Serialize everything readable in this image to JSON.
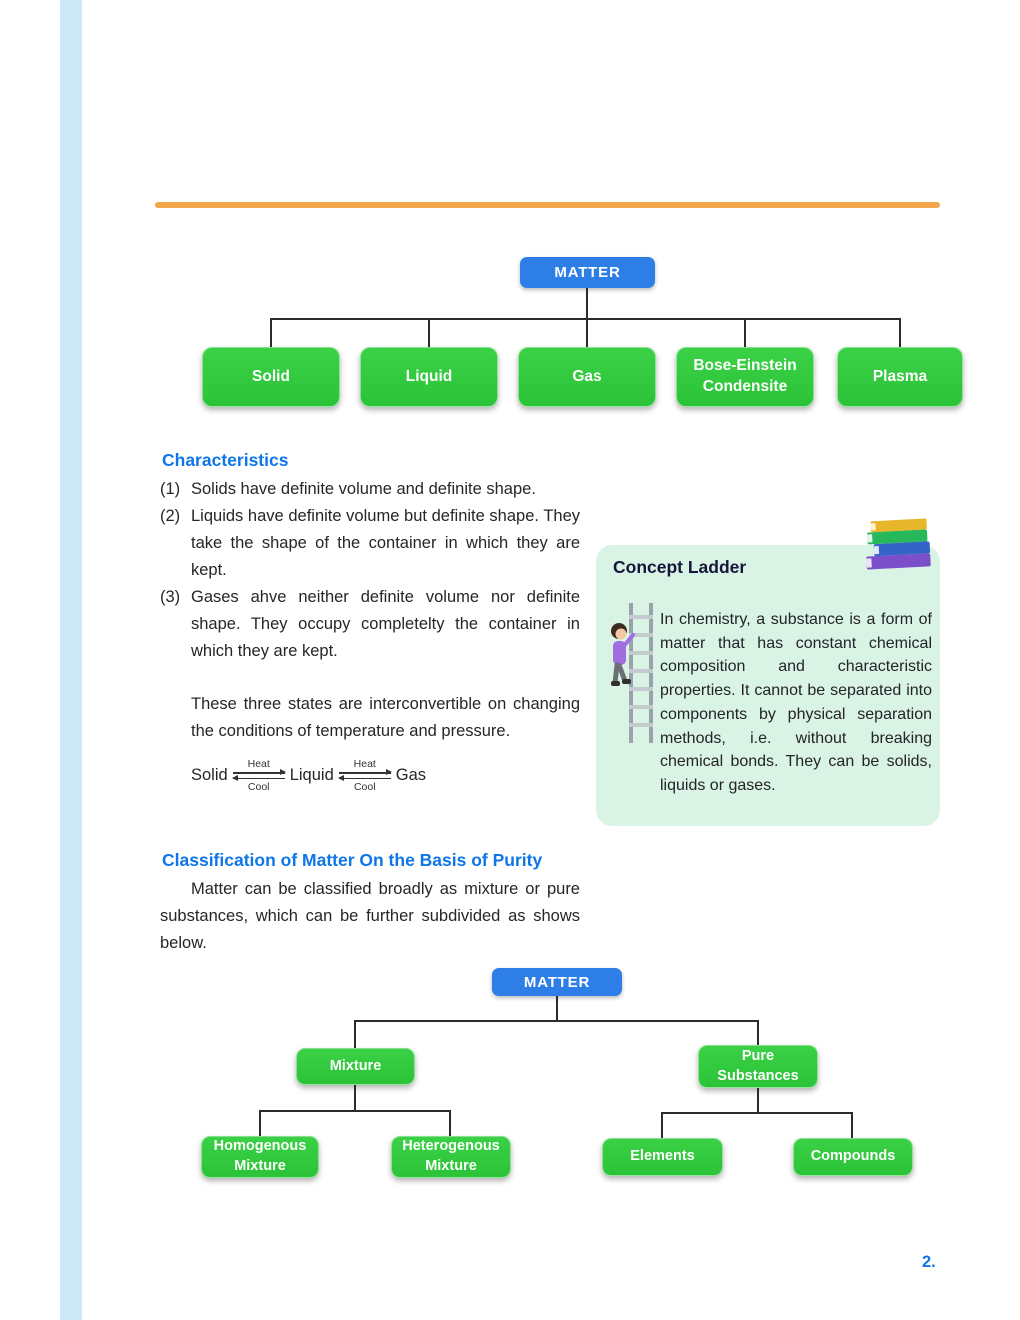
{
  "page": {
    "number": "2."
  },
  "diagram_states": {
    "root": "MATTER",
    "children": [
      "Solid",
      "Liquid",
      "Gas",
      "Bose-Einstein Condensite",
      "Plasma"
    ]
  },
  "characteristics": {
    "heading": "Characteristics",
    "items": [
      {
        "num": "(1)",
        "text": "Solids have definite volume and definite shape."
      },
      {
        "num": "(2)",
        "text": "Liquids have definite volume but definite shape. They take the shape of the container in which they are kept."
      },
      {
        "num": "(3)",
        "text": "Gases ahve neither definite volume nor definite shape. They occupy completelty the container in which they are kept."
      }
    ],
    "paragraph": "These three states are interconvertible on changing the conditions of temperature and pressure."
  },
  "equation": {
    "terms": [
      "Solid",
      "Liquid",
      "Gas"
    ],
    "top_label": "Heat",
    "bottom_label": "Cool"
  },
  "concept_ladder": {
    "title": "Concept Ladder",
    "body": "In chemistry, a substance is a form of matter that has constant chemical composition and characteristic properties. It cannot be separated into components by physical separation methods, i.e. without breaking chemical bonds. They can be solids, liquids or gases."
  },
  "classification": {
    "heading": "Classification of Matter On the Basis of Purity",
    "paragraph": "Matter can be classified broadly as mixture or pure substances, which can be further subdivided as shows below."
  },
  "diagram_purity": {
    "root": "MATTER",
    "branches": [
      {
        "label": "Mixture",
        "children": [
          "Homogenous Mixture",
          "Heterogenous Mixture"
        ]
      },
      {
        "label": "Pure Substances",
        "children": [
          "Elements",
          "Compounds"
        ]
      }
    ]
  }
}
